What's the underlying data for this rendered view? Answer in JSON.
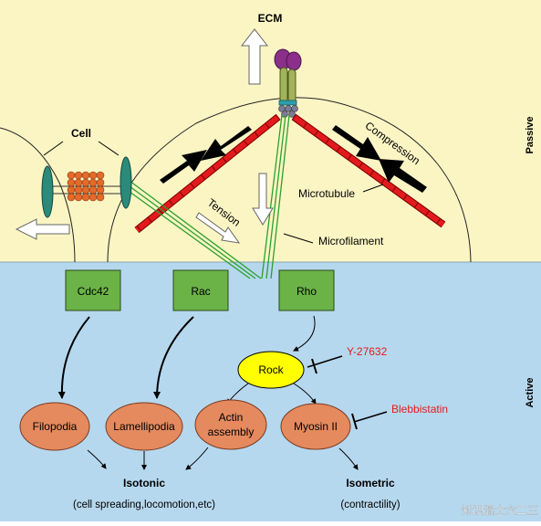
{
  "passive_region": {
    "side_label": "Passive",
    "ecm_label": "ECM",
    "cell_label": "Cell",
    "compression_label": "Compression",
    "tension_label": "Tension",
    "microtubule_label": "Microtubule",
    "microfilament_label": "Microfilament"
  },
  "active_region": {
    "side_label": "Active",
    "gtpases": [
      "Cdc42",
      "Rac",
      "Rho"
    ],
    "rock_label": "Rock",
    "inhibitors": {
      "rock_inhibitor": "Y-27632",
      "myosin_inhibitor": "Blebbistatin"
    },
    "processes": {
      "filopodia": "Filopodia",
      "lamellipodia": "Lamellipodia",
      "actin_line1": "Actin",
      "actin_line2": "assembly",
      "myosin": "Myosin II"
    },
    "outcomes": {
      "isotonic": "Isotonic",
      "isotonic_desc": "(cell spreading,locomotion,etc)",
      "isometric": "Isometric",
      "isometric_desc": "(contractility)"
    }
  },
  "watermark": "知识混士六二三",
  "colors": {
    "passive_bg": "#fbf5c4",
    "active_bg": "#b6d8ee",
    "gtpase_box": "#6bb347",
    "process_ellipse": "#e48a5e",
    "rock_ellipse": "#ffff00",
    "microtubule": "#e31a1c",
    "microfilament": "#2ca02c",
    "inhibitor_text": "#e31a1c"
  }
}
